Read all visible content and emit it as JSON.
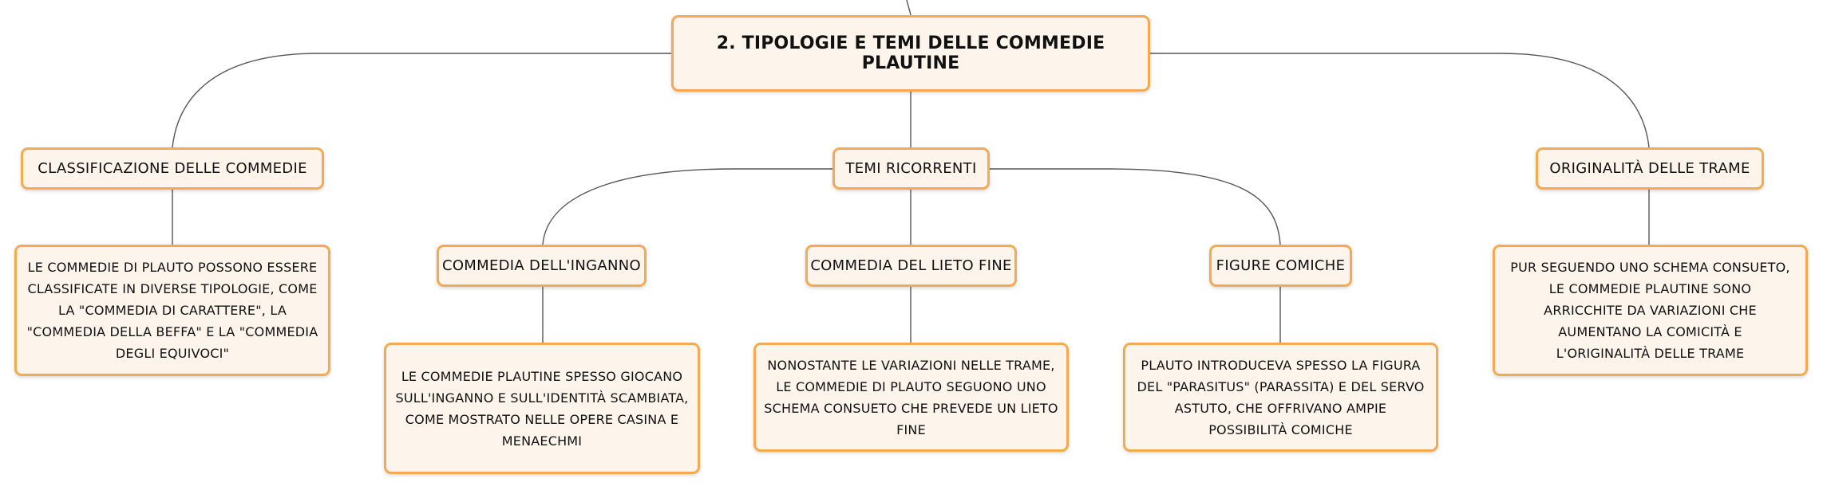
{
  "root": {
    "label": "2. TIPOLOGIE E TEMI DELLE COMMEDIE PLAUTINE"
  },
  "branches": {
    "classificazione": {
      "label": "CLASSIFICAZIONE DELLE COMMEDIE",
      "detail": "LE COMMEDIE DI PLAUTO POSSONO ESSERE CLASSIFICATE IN DIVERSE TIPOLOGIE, COME LA \"COMMEDIA DI CARATTERE\", LA \"COMMEDIA DELLA BEFFA\" E LA \"COMMEDIA DEGLI EQUIVOCI\""
    },
    "temi": {
      "label": "TEMI RICORRENTI",
      "children": {
        "inganno": {
          "label": "COMMEDIA DELL'INGANNO",
          "detail": "LE COMMEDIE PLAUTINE SPESSO GIOCANO SULL'INGANNO E SULL'IDENTITÀ SCAMBIATA, COME MOSTRATO NELLE OPERE CASINA E MENAECHMI"
        },
        "lieto_fine": {
          "label": "COMMEDIA DEL LIETO FINE",
          "detail": "NONOSTANTE LE VARIAZIONI NELLE TRAME, LE COMMEDIE DI PLAUTO SEGUONO UNO SCHEMA CONSUETO CHE PREVEDE UN LIETO FINE"
        },
        "figure": {
          "label": "FIGURE COMICHE",
          "detail": "PLAUTO INTRODUCEVA SPESSO LA FIGURA DEL \"PARASITUS\" (PARASSITA) E DEL SERVO ASTUTO, CHE OFFRIVANO AMPIE POSSIBILITÀ COMICHE"
        }
      }
    },
    "originalita": {
      "label": "ORIGINALITÀ DELLE TRAME",
      "detail": "PUR SEGUENDO UNO SCHEMA CONSUETO, LE COMMEDIE PLAUTINE SONO ARRICCHITE DA VARIAZIONI CHE AUMENTANO LA COMICITÀ E L'ORIGINALITÀ DELLE TRAME"
    }
  },
  "colors": {
    "border": "#f5a950",
    "fill": "#fdf4eb",
    "line": "#555555"
  }
}
